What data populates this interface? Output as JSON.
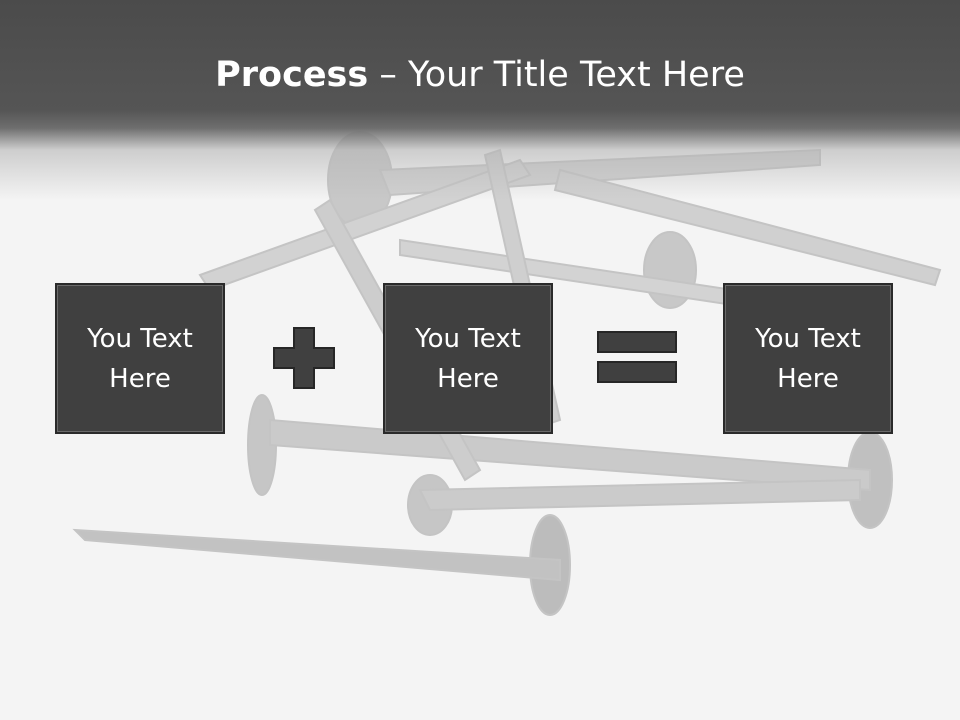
{
  "slide": {
    "title_bold": "Process",
    "title_rest": " – Your Title Text Here",
    "boxes": [
      {
        "text": "You Text Here"
      },
      {
        "text": "You Text Here"
      },
      {
        "text": "You Text Here"
      }
    ],
    "operators": [
      "plus-icon",
      "equals-icon"
    ],
    "colors": {
      "header": "#4b4b4b",
      "box_fill": "#404040",
      "box_border": "#2a2a2a",
      "text": "#ffffff",
      "background": "#f4f4f4"
    }
  }
}
